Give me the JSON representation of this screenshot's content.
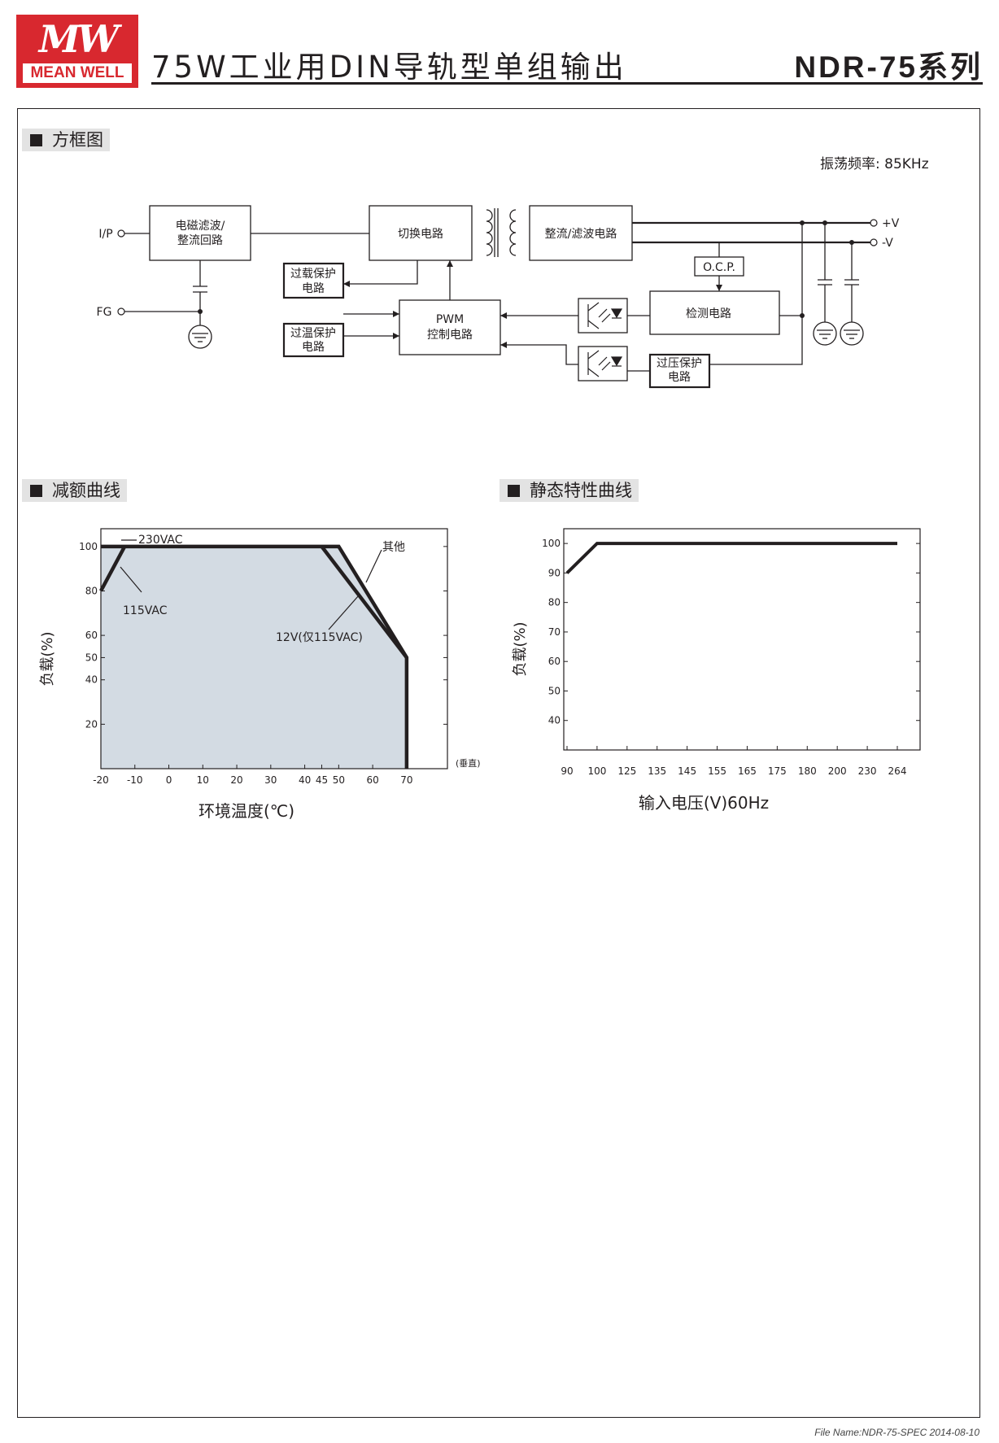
{
  "header": {
    "logo_mark": "MW",
    "logo_text": "MEAN WELL",
    "title": "75W工业用DIN导轨型单组输出",
    "series": "NDR-75系列"
  },
  "block_diagram": {
    "section_title": "方框图",
    "oscillation": "振荡频率: 85KHz",
    "blocks": {
      "emi_line1": "电磁滤波/",
      "emi_line2": "整流回路",
      "switching": "切换电路",
      "rectifier": "整流/滤波电路",
      "ocp": "O.C.P.",
      "olp_line1": "过载保护",
      "olp_line2": "电路",
      "otp_line1": "过温保护",
      "otp_line2": "电路",
      "pwm_line1": "PWM",
      "pwm_line2": "控制电路",
      "detect": "检测电路",
      "ovp_line1": "过压保护",
      "ovp_line2": "电路"
    },
    "terminals": {
      "ip": "I/P",
      "fg": "FG",
      "plus_v": "+V",
      "minus_v": "-V"
    }
  },
  "derating": {
    "section_title": "减额曲线",
    "xlabel": "环境温度(℃)",
    "ylabel": "负载(%)",
    "x_suffix": "(垂直)",
    "annot_230": "230VAC",
    "annot_115": "115VAC",
    "annot_other": "其他",
    "annot_12v": "12V(仅115VAC)"
  },
  "static": {
    "section_title": "静态特性曲线",
    "xlabel": "输入电压(V)60Hz",
    "ylabel": "负载(%)"
  },
  "chart_data": [
    {
      "type": "line",
      "x": [
        -20,
        -10,
        0,
        10,
        20,
        30,
        40,
        45,
        50,
        60,
        70
      ],
      "xticks": [
        "-20",
        "-10",
        "0",
        "10",
        "20",
        "30",
        "40",
        "45",
        "50",
        "60",
        "70"
      ],
      "yticks": [
        20,
        40,
        50,
        60,
        80,
        100
      ],
      "xlim": [
        -20,
        82
      ],
      "ylim": [
        0,
        108
      ],
      "xlabel": "环境温度(℃)",
      "ylabel": "负载(%)",
      "series": [
        {
          "name": "230VAC",
          "points": [
            [
              -20,
              100
            ],
            [
              50,
              100
            ],
            [
              70,
              50
            ],
            [
              70,
              0
            ]
          ]
        },
        {
          "name": "115VAC",
          "points": [
            [
              -20,
              80
            ],
            [
              -13,
              100
            ]
          ]
        },
        {
          "name": "12V(仅115VAC)",
          "points": [
            [
              45,
              100
            ],
            [
              70,
              50
            ]
          ]
        }
      ]
    },
    {
      "type": "line",
      "xticks": [
        "90",
        "100",
        "125",
        "135",
        "145",
        "155",
        "165",
        "175",
        "180",
        "200",
        "230",
        "264"
      ],
      "yticks": [
        40,
        50,
        60,
        70,
        80,
        90,
        100
      ],
      "ylim": [
        30,
        105
      ],
      "xlabel": "输入电压(V)60Hz",
      "ylabel": "负载(%)",
      "series": [
        {
          "points": [
            [
              "90",
              90
            ],
            [
              "100",
              100
            ],
            [
              "264",
              100
            ]
          ]
        }
      ]
    }
  ],
  "footer": "File Name:NDR-75-SPEC   2014-08-10"
}
